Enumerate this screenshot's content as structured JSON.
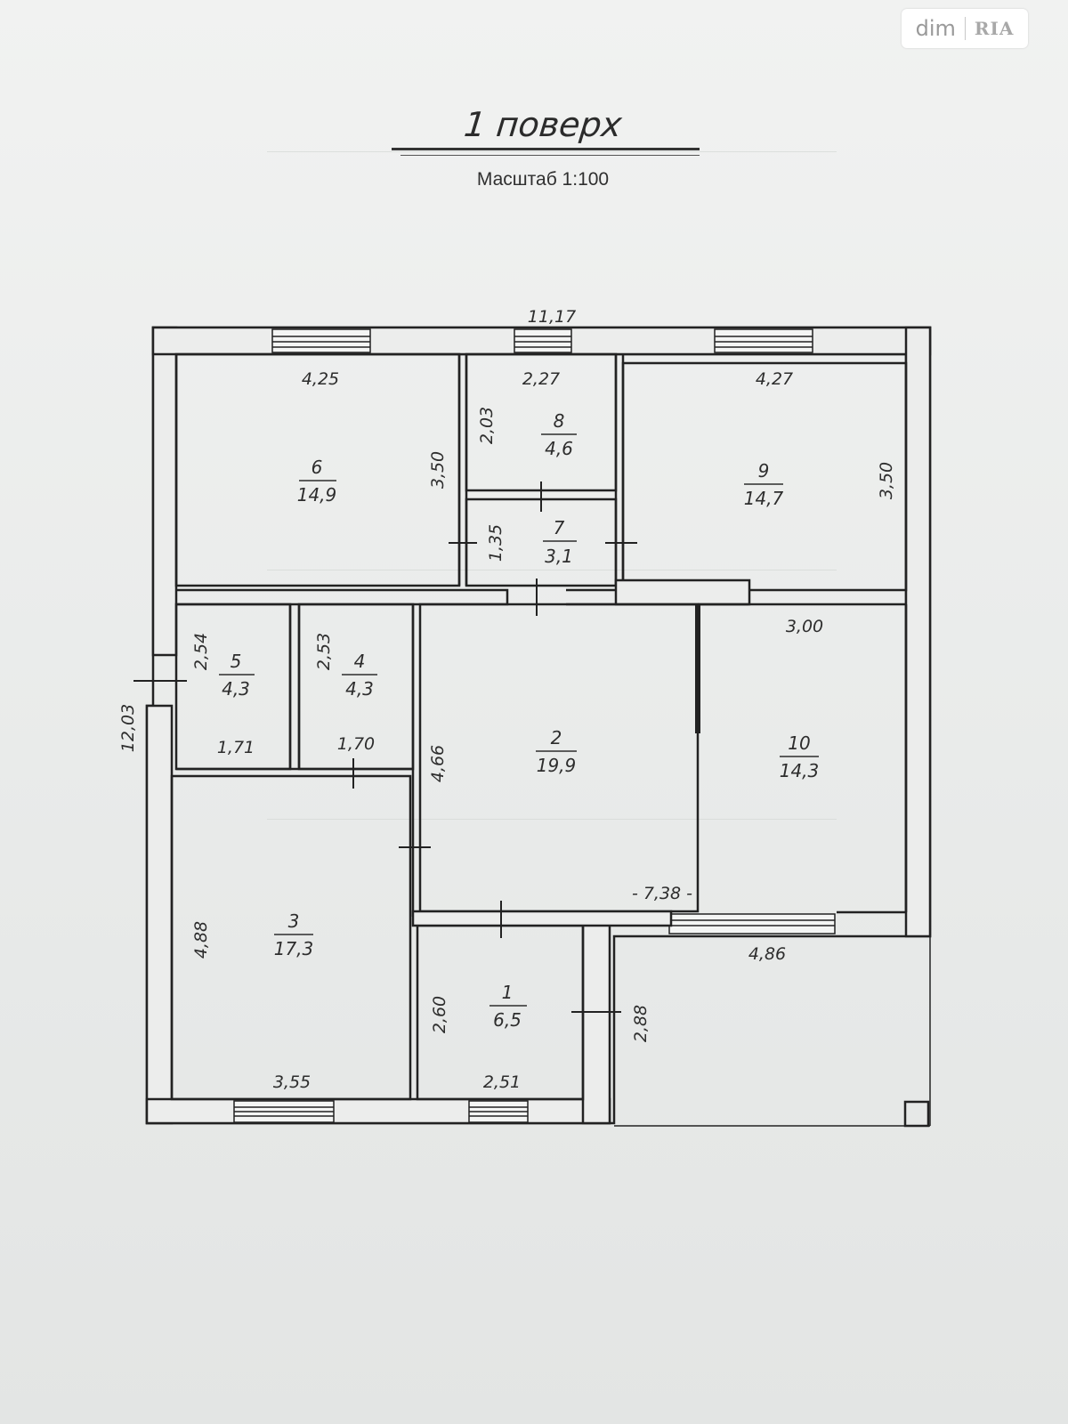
{
  "watermark": {
    "brand": "dim",
    "sub": "RIA"
  },
  "title": "1 поверх",
  "scale": "Масштаб  1:100",
  "dimensions": {
    "top_total": "11,17",
    "left_total": "12,03",
    "r6_width": "4,25",
    "r6_height": "3,50",
    "r8_width": "2,27",
    "r8_height": "2,03",
    "r9_width": "4,27",
    "r9_height": "3,50",
    "r7_height": "1,35",
    "r5_height": "2,54",
    "r5_width": "1,71",
    "r4_height": "2,53",
    "r4_width": "1,70",
    "r2_height": "4,66",
    "r10_width": "3,00",
    "r2_r10_length": "- 7,38 -",
    "r3_height": "4,88",
    "r3_width": "3,55",
    "r1_height": "2,60",
    "r1_width": "2,51",
    "entry_depth": "2,88",
    "terrace_width": "4,86"
  },
  "rooms": [
    {
      "id": "6",
      "area": "14,9"
    },
    {
      "id": "8",
      "area": "4,6"
    },
    {
      "id": "9",
      "area": "14,7"
    },
    {
      "id": "7",
      "area": "3,1"
    },
    {
      "id": "5",
      "area": "4,3"
    },
    {
      "id": "4",
      "area": "4,3"
    },
    {
      "id": "2",
      "area": "19,9"
    },
    {
      "id": "10",
      "area": "14,3"
    },
    {
      "id": "3",
      "area": "17,3"
    },
    {
      "id": "1",
      "area": "6,5"
    }
  ]
}
